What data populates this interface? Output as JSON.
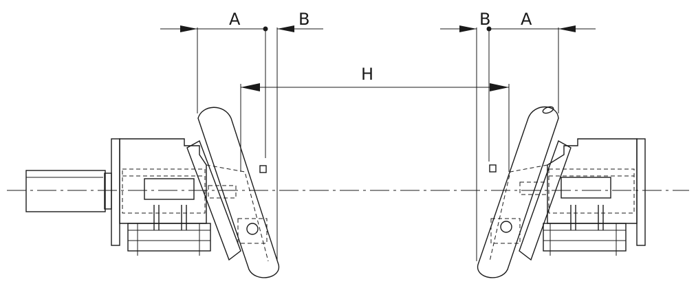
{
  "diagram": {
    "labels": {
      "left_a": "A",
      "left_b": "B",
      "right_b": "B",
      "right_a": "A",
      "center_h": "H"
    }
  }
}
